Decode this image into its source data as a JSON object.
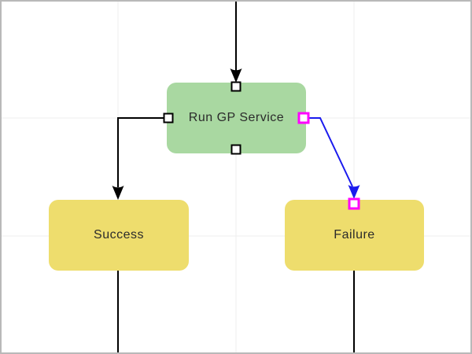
{
  "canvas": {
    "background": "#ffffff",
    "border_color": "#b9b9b9",
    "grid_color": "#ededed",
    "grid_spacing": 150
  },
  "diagram": {
    "text_color": "#2b2b2b",
    "nodes": [
      {
        "id": "run-gp-service",
        "label": "Run GP Service",
        "fill": "#a9d8a1",
        "shape": "rounded-rectangle"
      },
      {
        "id": "success",
        "label": "Success",
        "fill": "#eedd6d",
        "shape": "rounded-rectangle"
      },
      {
        "id": "failure",
        "label": "Failure",
        "fill": "#eedd6d",
        "shape": "rounded-rectangle"
      }
    ],
    "edges": [
      {
        "id": "edge-top-into-run-gp-service",
        "from": "offscreen-top",
        "to": "run-gp-service",
        "color": "#000000",
        "selected": false
      },
      {
        "id": "edge-run-gp-service-to-success",
        "from": "run-gp-service",
        "to": "success",
        "color": "#000000",
        "selected": false
      },
      {
        "id": "edge-run-gp-service-to-failure",
        "from": "run-gp-service",
        "to": "failure",
        "color": "#1a1aee",
        "selected": true
      },
      {
        "id": "edge-success-to-offscreen-bottom",
        "from": "success",
        "to": "offscreen-bottom",
        "color": "#000000",
        "selected": false
      },
      {
        "id": "edge-failure-to-offscreen-bottom",
        "from": "failure",
        "to": "offscreen-bottom",
        "color": "#000000",
        "selected": false
      }
    ],
    "selection": {
      "endpoint_handle_color": "#ff00ff",
      "port_handle_fill": "#ffffff",
      "port_handle_border": "#000000"
    }
  }
}
